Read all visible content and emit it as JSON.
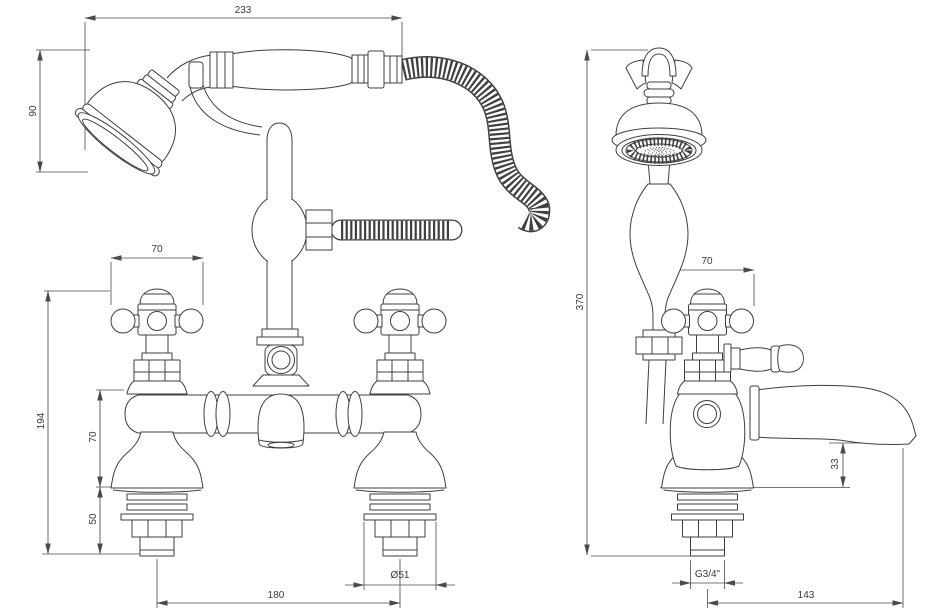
{
  "drawing": {
    "background": "#ffffff",
    "line_color": "#3f3f3f",
    "dim_color": "#4a4a4a",
    "views": {
      "front": {
        "dims": {
          "overall_width": "233",
          "head_height": "90",
          "handle_width": "70",
          "overall_height": "194",
          "body_height": "70",
          "shank_length": "50",
          "tap_centres": "180",
          "base_diameter": "Ø51"
        }
      },
      "side": {
        "dims": {
          "overall_height": "370",
          "handle_width": "70",
          "spout_clearance": "33",
          "thread_size": "G3/4\"",
          "spout_reach": "143"
        }
      }
    }
  }
}
